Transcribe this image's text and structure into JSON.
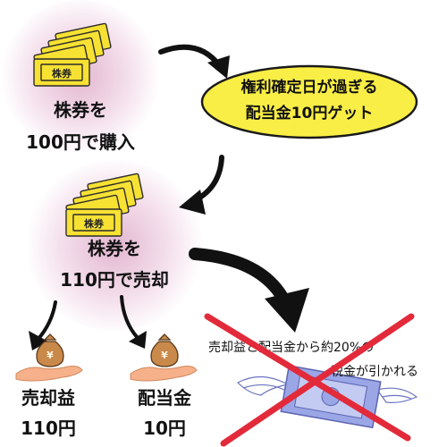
{
  "ticket_label": "株券",
  "steps": {
    "buy_line1": "株券を",
    "buy_line2": "100円で購入",
    "sell_line1": "株券を",
    "sell_line2": "110円で売却"
  },
  "bubble": {
    "line1": "権利確定日が過ぎる",
    "line2": "配当金10円ゲット"
  },
  "results": {
    "gain_title": "売却益",
    "gain_value": "110円",
    "dividend_title": "配当金",
    "dividend_value": "10円"
  },
  "money_bag_symbol": "¥",
  "tax_note": {
    "line1": "売却益と配当金から約20%の",
    "line2": "税金が引かれる"
  },
  "colors": {
    "ticket_yellow": "#f7e133",
    "bubble_yellow": "#f9ee45",
    "cross_red": "#e32a3a",
    "glow_pink": "#deaac8",
    "hand_skin": "#f6b08a",
    "bag_brown": "#c9894a",
    "bill_blue": "#9aa6e6"
  }
}
